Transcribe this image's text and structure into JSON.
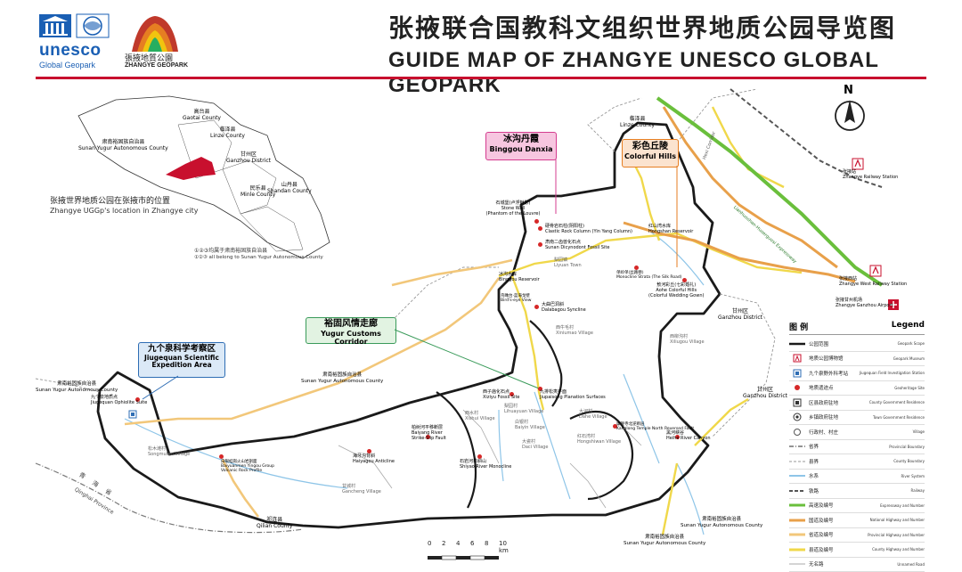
{
  "header": {
    "unesco_word": "unesco",
    "unesco_sub": "Global Geopark",
    "geopark_logo_cn": "張掖地質公園",
    "geopark_logo_en": "ZHANGYE GEOPARK",
    "title_cn": "张掖联合国教科文组织世界地质公园导览图",
    "title_en": "GUIDE MAP OF ZHANGYE UNESCO GLOBAL GEOPARK",
    "accent_color": "#c8102e",
    "brand_color": "#1a5fb4"
  },
  "inset": {
    "counties": [
      {
        "cn": "高台县",
        "en": "Gaotai County"
      },
      {
        "cn": "临泽县",
        "en": "Linze County"
      },
      {
        "cn": "甘州区",
        "en": "Ganzhou District"
      },
      {
        "cn": "肃南裕固族自治县",
        "en": "Sunan Yugur Autonomous County"
      },
      {
        "cn": "民乐县",
        "en": "Minle County"
      },
      {
        "cn": "山丹县",
        "en": "Shandan County"
      }
    ],
    "caption_cn": "张掖世界地质公园在张掖市的位置",
    "caption_en": "Zhangye UGGp's location in Zhangye city",
    "note_cn": "①②③均属于肃南裕固族自治县",
    "note_en": "①②③ all belong to Sunan Yugur Autonomous County",
    "highlight_color": "#c8102e"
  },
  "north": "N",
  "areas": [
    {
      "cn": "冰沟丹霞",
      "en": "Binggou Danxia",
      "bg": "#f7c6e0",
      "border": "#d43d8f"
    },
    {
      "cn": "彩色丘陵",
      "en": "Colorful Hills",
      "bg": "#fbe3cf",
      "border": "#e67e22"
    },
    {
      "cn": "裕固风情走廊",
      "en": "Yugur Customs Corridor",
      "bg": "#e2f3e2",
      "border": "#3a9b5a"
    },
    {
      "cn": "九个泉科学考察区",
      "en": "Jiugequan Scientific Expedition Area",
      "bg": "#dbe9f7",
      "border": "#2e6db4"
    }
  ],
  "places": {
    "linze": {
      "cn": "临泽县",
      "en": "Linze County"
    },
    "ganzhou": {
      "cn": "甘州区",
      "en": "Ganzhou District"
    },
    "ganzhou2": {
      "cn": "甘州区",
      "en": "Ganzhou District"
    },
    "sunan_w": {
      "cn": "肃南裕固族自治县",
      "en": "Sunan Yugur Autonomous County"
    },
    "sunan_c": {
      "cn": "肃南裕固族自治县",
      "en": "Sunan Yugur Autonomous County"
    },
    "sunan_s": {
      "cn": "肃南裕固族自治县",
      "en": "Sunan Yugur Autonomous County"
    },
    "sunan_se": {
      "cn": "肃南裕固族自治县",
      "en": "Sunan Yugur Autonomous County"
    },
    "qilian": {
      "cn": "祁连县",
      "en": "Qilian County"
    },
    "qinghai": "Qinghai Province",
    "qinghai_cn": "青 海 省",
    "rail_station": {
      "cn": "张掖站",
      "en": "Zhangye Railway Station"
    },
    "rail_west": {
      "cn": "张掖西站",
      "en": "Zhangye West Railway Station"
    },
    "airport": {
      "cn": "张掖甘州机场",
      "en": "Zhangye Ganzhou Airport"
    },
    "expressway": "Lianhuoshan-Huoerguosi Expressway",
    "hexi_corridor": "Hexi Corridor"
  },
  "sites": [
    {
      "cn": "石城堡(卢浮魅影)",
      "en": "Stone Wall",
      "en2": "(Phantom of the Louvre)"
    },
    {
      "cn": "硬骨岩石柱(阴阳柱)",
      "en": "Clastic Rock Column (Yin Yang Column)"
    },
    {
      "cn": "肃南二齿兽化石点",
      "en": "Sunan Dicynodont Fossil Site"
    },
    {
      "cn": "冰沟水库",
      "en": "Binggou Reservoir"
    },
    {
      "cn": "大曲巴洞斜",
      "en": "Dalabagou Syncline"
    },
    {
      "cn": "鸟瞰台·蓝海戈壁",
      "en": "Bird's-eye View"
    },
    {
      "cn": "单岭单(丝路巷)",
      "en": "Monocline Strata (The Silk Road)"
    },
    {
      "cn": "敖河彩丘(七彩婚礼)",
      "en": "Aohe Colorful Hills",
      "en2": "(Colorful Wedding Gown)"
    },
    {
      "cn": "九个泉地质点",
      "en": "Jiugequan Ophiolite Suite"
    },
    {
      "cn": "白银蛙岗火山岩剖面",
      "en": "Baiyuanmen Yingou Group Volcanic Rock Profile"
    },
    {
      "cn": "海牙沟背斜",
      "en": "Haiyagou Anticline"
    },
    {
      "cn": "柏树河平移断层",
      "en": "Baiyang River Strike-Slip Fault"
    },
    {
      "cn": "石岩河单斜山",
      "en": "Shiyao River Monocline"
    },
    {
      "cn": "西子庙化石点",
      "en": "Xiziyu Fossil Site"
    },
    {
      "cn": "九排松夷平面",
      "en": "Jiupaisong Planation Surfaces"
    },
    {
      "cn": "康隆寺北逆断层",
      "en": "Kanglong Temple North Reversed Fault"
    },
    {
      "cn": "黑河峡谷",
      "en": "Heihe River Canyon"
    },
    {
      "cn": "红山湾水库",
      "en": "Hongshan Reservoir"
    }
  ],
  "villages": [
    {
      "cn": "西牛毛村",
      "en": "Xiniumao Village"
    },
    {
      "cn": "梨园村",
      "en": "Lihuayuan Village"
    },
    {
      "cn": "大河村",
      "en": "Dahe Village"
    },
    {
      "cn": "西水村",
      "en": "Xishui Village"
    },
    {
      "cn": "西柳沟村",
      "en": "Xiliugou Village"
    },
    {
      "cn": "白银村",
      "en": "Baiyin Village"
    },
    {
      "cn": "大瓷村",
      "en": "Daci Village"
    },
    {
      "cn": "红石湾村",
      "en": "Hongshiwan Village"
    },
    {
      "cn": "甘城村",
      "en": "Gancheng Village"
    },
    {
      "cn": "松木滩村",
      "en": "Songmutan Village"
    },
    {
      "cn": "西柳沟村",
      "en": "Xiliugou Village"
    },
    {
      "cn": "梨园镇",
      "en": "Liyuan Town"
    }
  ],
  "legend": {
    "title_cn": "图 例",
    "title_en": "Legend",
    "items": [
      {
        "cn": "公园范围",
        "en": "Geopark Scope",
        "sym": "boundary"
      },
      {
        "cn": "地质公园博物馆",
        "en": "Geopark Museum",
        "sym": "museum"
      },
      {
        "cn": "九个泉野外科考站",
        "en": "Jiugequan Field Investigation Station",
        "sym": "station"
      },
      {
        "cn": "地质遗迹点",
        "en": "Geoheritage Site",
        "sym": "site"
      },
      {
        "cn": "区县政府驻地",
        "en": "County Government Residence",
        "sym": "county"
      },
      {
        "cn": "乡镇政府驻地",
        "en": "Town Government Residence",
        "sym": "town"
      },
      {
        "cn": "行政村、村庄",
        "en": "Village",
        "sym": "village"
      },
      {
        "cn": "省界",
        "en": "Provincial Boundary",
        "sym": "prov"
      },
      {
        "cn": "县界",
        "en": "County Boundary",
        "sym": "countyb"
      },
      {
        "cn": "水系",
        "en": "River System",
        "sym": "river"
      },
      {
        "cn": "铁路",
        "en": "Railway",
        "sym": "rail"
      },
      {
        "cn": "高速及编号",
        "en": "Expressway and Number",
        "sym": "expressway"
      },
      {
        "cn": "国道及编号",
        "en": "National Highway and Number",
        "sym": "national"
      },
      {
        "cn": "省道及编号",
        "en": "Provincial Highway and Number",
        "sym": "provincial"
      },
      {
        "cn": "县道及编号",
        "en": "County Highway and Number",
        "sym": "countyh"
      },
      {
        "cn": "无名路",
        "en": "Unnamed Road",
        "sym": "unnamed"
      }
    ],
    "colors": {
      "boundary": "#1a1a1a",
      "river": "#8ec5e8",
      "expressway": "#6abf3c",
      "national": "#e8a04a",
      "provincial": "#f2c77a",
      "countyh": "#f0d84a",
      "site": "#d62828"
    }
  },
  "scale": {
    "ticks": [
      "0",
      "2",
      "4",
      "6",
      "8",
      "10 km"
    ]
  }
}
